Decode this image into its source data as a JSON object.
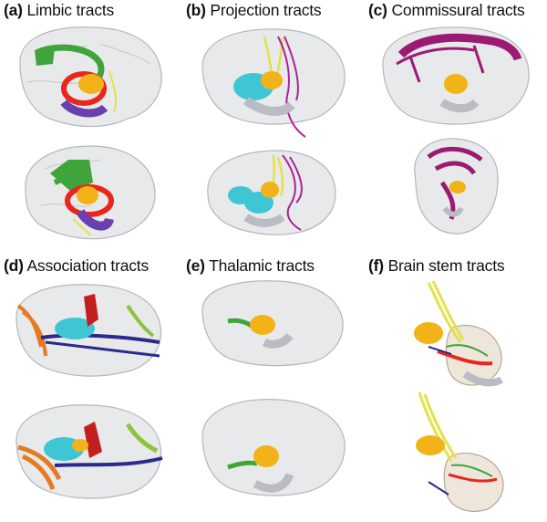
{
  "panels": [
    {
      "letter": "(a)",
      "title": "Limbic tracts"
    },
    {
      "letter": "(b)",
      "title": "Projection tracts"
    },
    {
      "letter": "(c)",
      "title": "Commissural tracts"
    },
    {
      "letter": "(d)",
      "title": "Association tracts"
    },
    {
      "letter": "(e)",
      "title": "Thalamic tracts"
    },
    {
      "letter": "(f)",
      "title": "Brain stem tracts"
    }
  ],
  "colors": {
    "brain_shell": "#d9dcdf",
    "brain_outline": "#a9aeb3",
    "thalamus": "#f2b318",
    "limbic_green": "#3fa43a",
    "limbic_red": "#e8261e",
    "limbic_purple": "#6a3fb0",
    "projection_cyan": "#3fc6d4",
    "projection_magenta": "#a8239a",
    "projection_yellow": "#e6e04a",
    "commissural_magenta": "#9b1a72",
    "association_orange": "#e67a22",
    "association_navy": "#2b2a8c",
    "association_red": "#c21f1f",
    "association_green": "#8bc43a",
    "ventricle_gray": "#b9bcc2"
  }
}
